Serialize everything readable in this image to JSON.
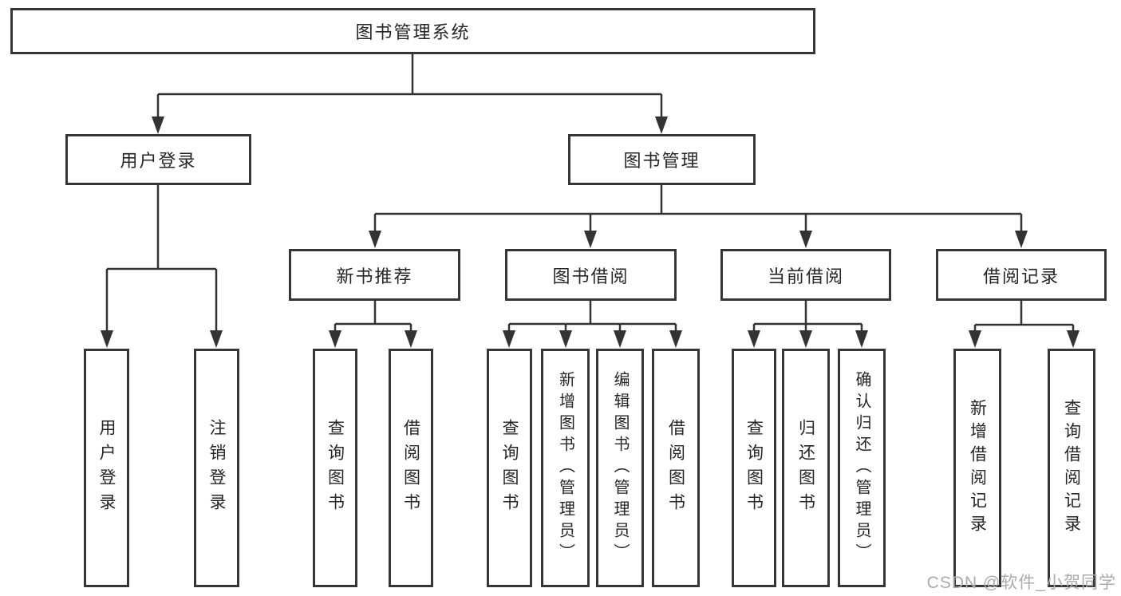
{
  "watermark": "CSDN @软件_小贺同学",
  "colors": {
    "line": "#333333",
    "box_border": "#363636",
    "text": "#262626",
    "watermark": "#ababab",
    "background": "#ffffff"
  },
  "tree": {
    "root": {
      "label": "图书管理系统"
    },
    "branches": [
      {
        "label": "用户登录",
        "children": [
          {
            "label": "用户登录"
          },
          {
            "label": "注销登录"
          }
        ]
      },
      {
        "label": "图书管理",
        "children": [
          {
            "label": "新书推荐",
            "children": [
              {
                "label": "查询图书"
              },
              {
                "label": "借阅图书"
              }
            ]
          },
          {
            "label": "图书借阅",
            "children": [
              {
                "label": "查询图书"
              },
              {
                "label": "新增图书（管理员）"
              },
              {
                "label": "编辑图书（管理员）"
              },
              {
                "label": "借阅图书"
              }
            ]
          },
          {
            "label": "当前借阅",
            "children": [
              {
                "label": "查询图书"
              },
              {
                "label": "归还图书"
              },
              {
                "label": "确认归还（管理员）"
              }
            ]
          },
          {
            "label": "借阅记录",
            "children": [
              {
                "label": "新增借阅记录"
              },
              {
                "label": "查询借阅记录"
              }
            ]
          }
        ]
      }
    ]
  }
}
